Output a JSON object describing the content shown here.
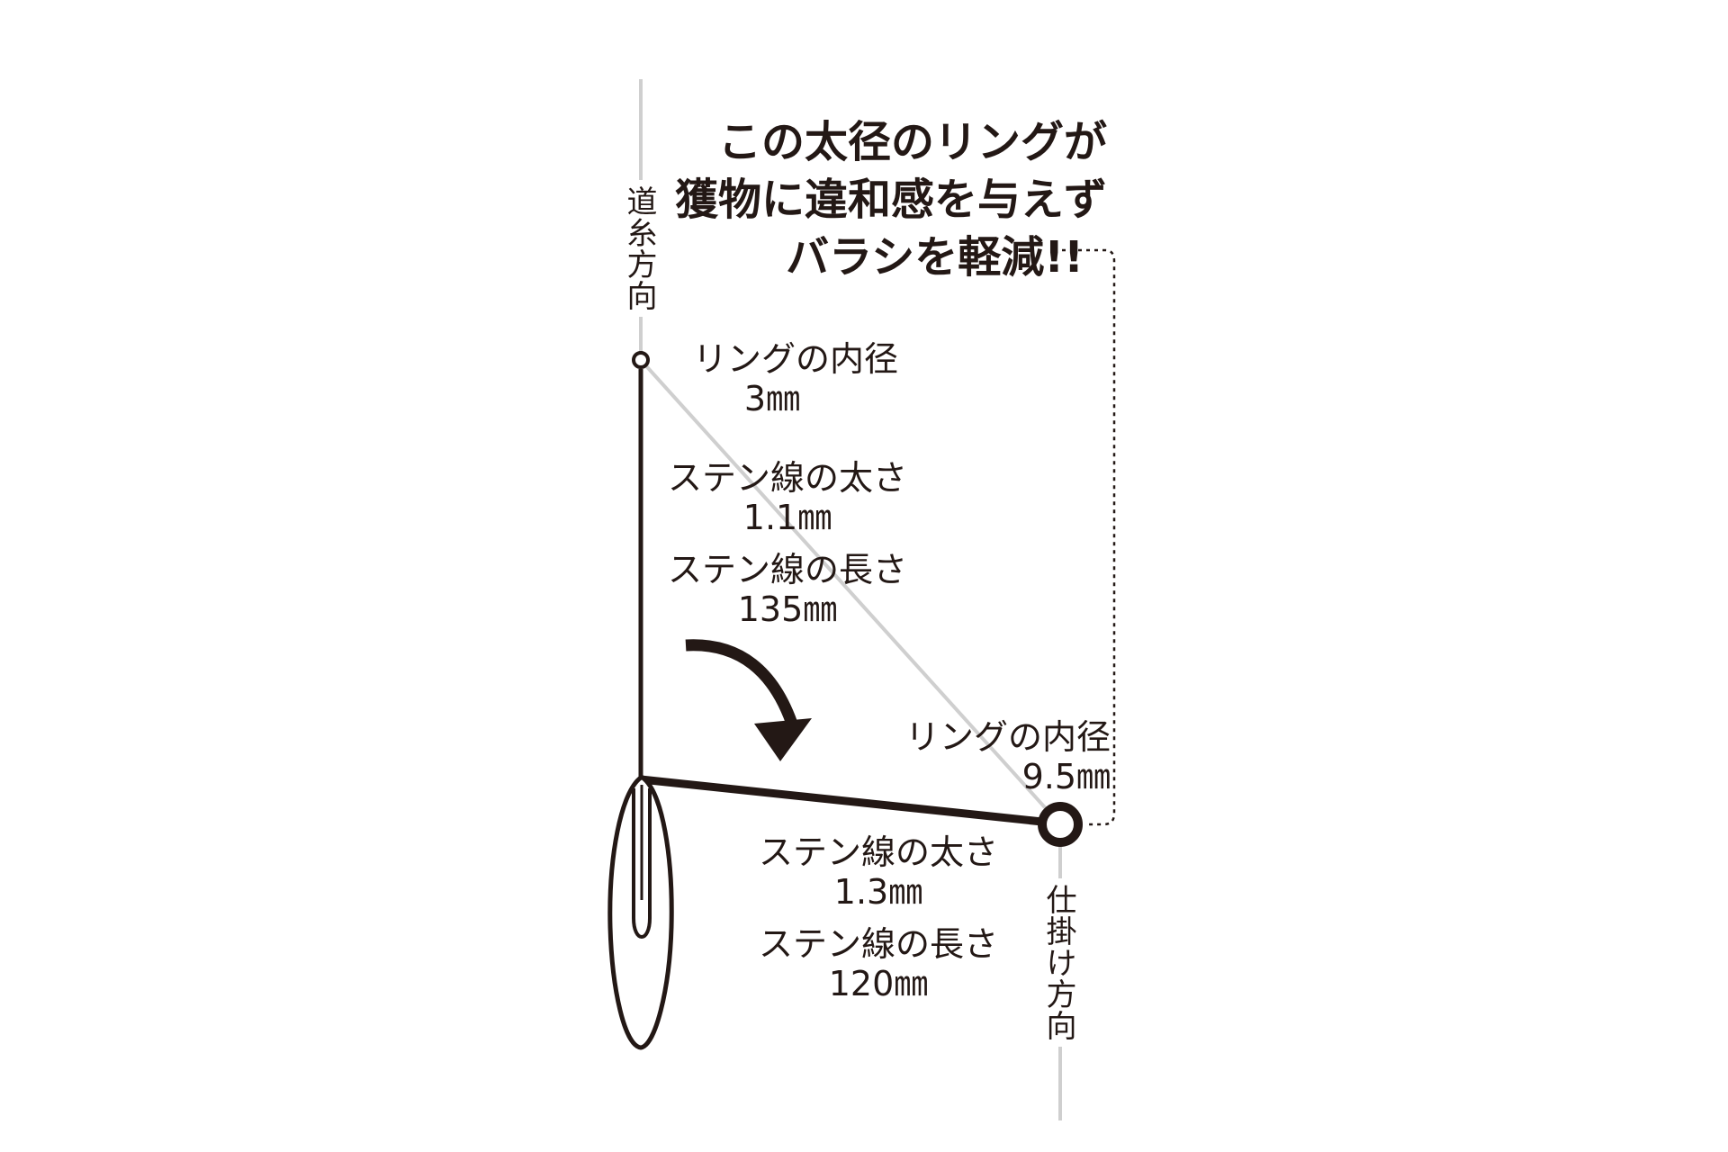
{
  "headline": {
    "line1": "この太径のリングが",
    "line2": "獲物に違和感を与えず",
    "line3": "バラシを軽減!!"
  },
  "directions": {
    "top": "道糸方向",
    "bottom": "仕掛け方向"
  },
  "upper_ring": {
    "label": "リングの内径",
    "value": "3㎜"
  },
  "upper_wire": {
    "thickness_label": "ステン線の太さ",
    "thickness_value": "1.1㎜",
    "length_label": "ステン線の長さ",
    "length_value": "135㎜"
  },
  "lower_ring": {
    "label": "リングの内径",
    "value": "9.5㎜"
  },
  "lower_wire": {
    "thickness_label": "ステン線の太さ",
    "thickness_value": "1.3㎜",
    "length_label": "ステン線の長さ",
    "length_value": "120㎜"
  },
  "colors": {
    "ink": "#231815",
    "line_gray": "#c9c9c9"
  }
}
